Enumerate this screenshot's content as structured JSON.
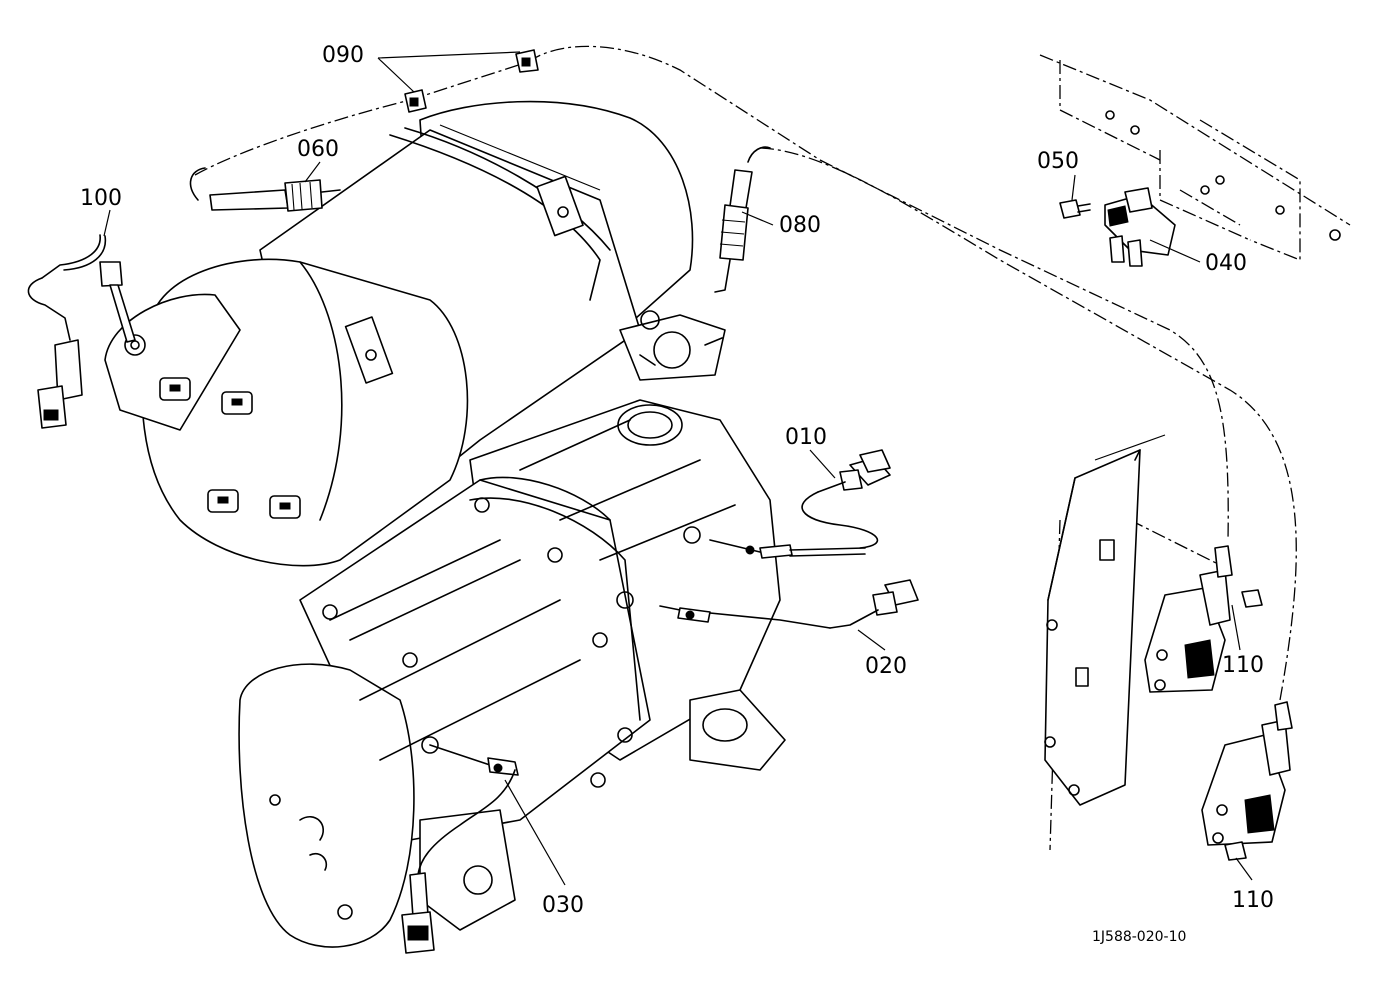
{
  "callouts": {
    "c010": "010",
    "c020": "020",
    "c030": "030",
    "c040": "040",
    "c050": "050",
    "c060": "060",
    "c080": "080",
    "c090": "090",
    "c100": "100",
    "c110a": "110",
    "c110b": "110"
  },
  "figure_code": "1J588-020-10",
  "icons": {
    "upper_component": "doc-muffler-body",
    "lower_component": "dpf-body",
    "sensor": "sensor-probe",
    "bracket": "mounting-bracket",
    "connector": "wire-connector"
  }
}
